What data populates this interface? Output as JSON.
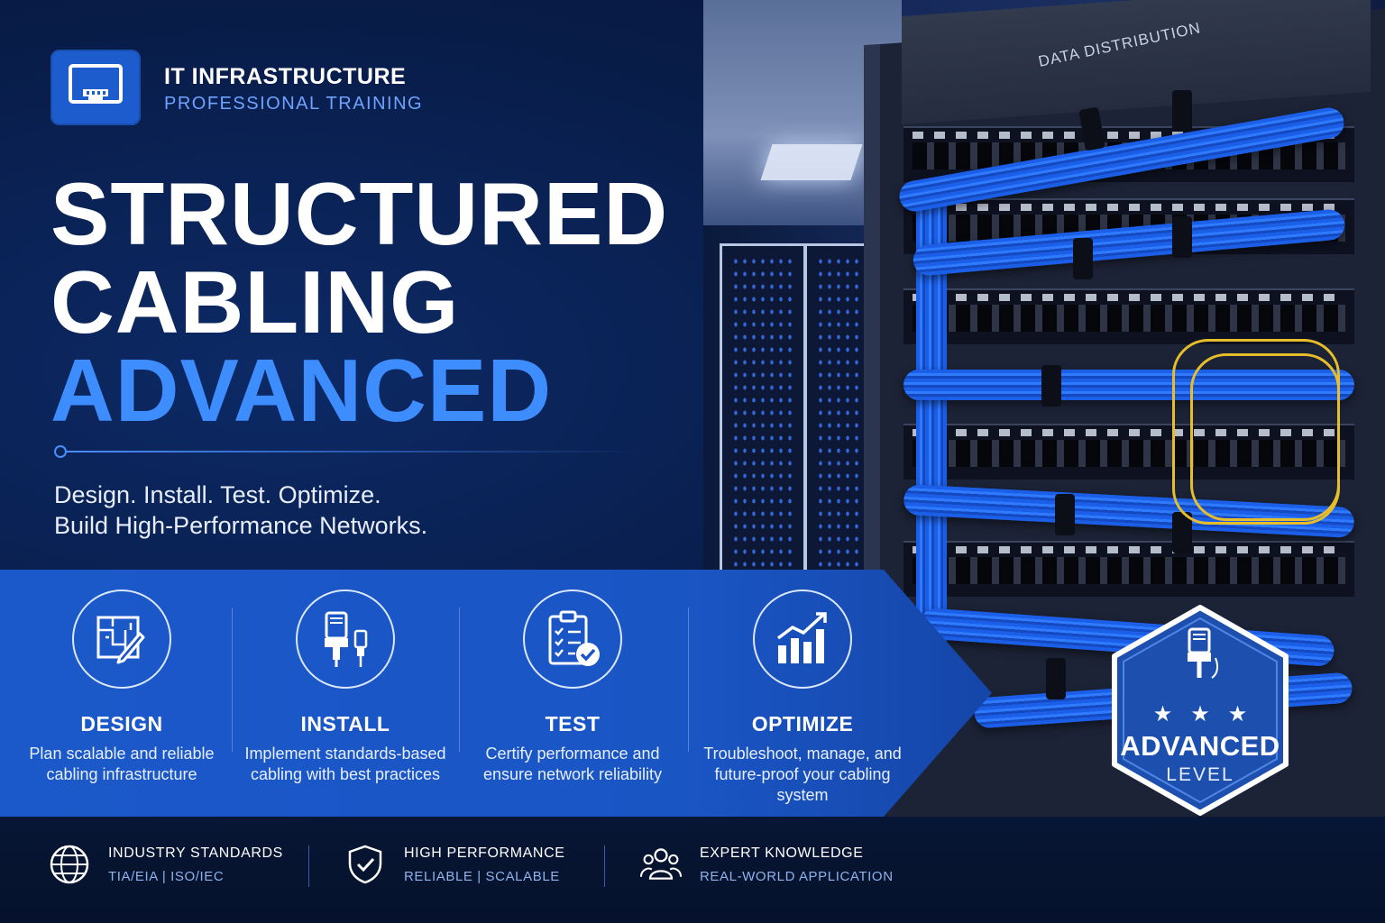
{
  "brand": {
    "title": "IT INFRASTRUCTURE",
    "subtitle": "PROFESSIONAL TRAINING",
    "logo_icon": "ethernet-port-icon"
  },
  "headline": {
    "line1": "STRUCTURED",
    "line2": "CABLING",
    "line3": "ADVANCED"
  },
  "tagline": {
    "line1": "Design. Install. Test. Optimize.",
    "line2": "Build High-Performance Networks."
  },
  "features": [
    {
      "title": "DESIGN",
      "description": "Plan scalable and reliable cabling infrastructure",
      "icon": "blueprint-pencil-icon"
    },
    {
      "title": "INSTALL",
      "description": "Implement standards-based cabling with best practices",
      "icon": "connectors-icon"
    },
    {
      "title": "TEST",
      "description": "Certify performance and ensure network reliability",
      "icon": "checklist-icon"
    },
    {
      "title": "OPTIMIZE",
      "description": "Troubleshoot, manage, and future-proof your cabling system",
      "icon": "growth-chart-icon"
    }
  ],
  "footer": [
    {
      "heading": "INDUSTRY STANDARDS",
      "sub": "TIA/EIA | ISO/IEC",
      "icon": "globe-icon"
    },
    {
      "heading": "HIGH PERFORMANCE",
      "sub": "RELIABLE | SCALABLE",
      "icon": "shield-check-icon"
    },
    {
      "heading": "EXPERT KNOWLEDGE",
      "sub": "REAL-WORLD APPLICATION",
      "icon": "people-icon"
    }
  ],
  "badge": {
    "stars": "★★★",
    "title": "ADVANCED",
    "subtitle": "LEVEL",
    "icon": "cable-plug-icon"
  },
  "rack_label": "DATA DISTRIBUTION",
  "colors": {
    "background": "#081c48",
    "accent": "#3d8dff",
    "banner": "#1a55c4",
    "badge": "#1c4fae"
  }
}
